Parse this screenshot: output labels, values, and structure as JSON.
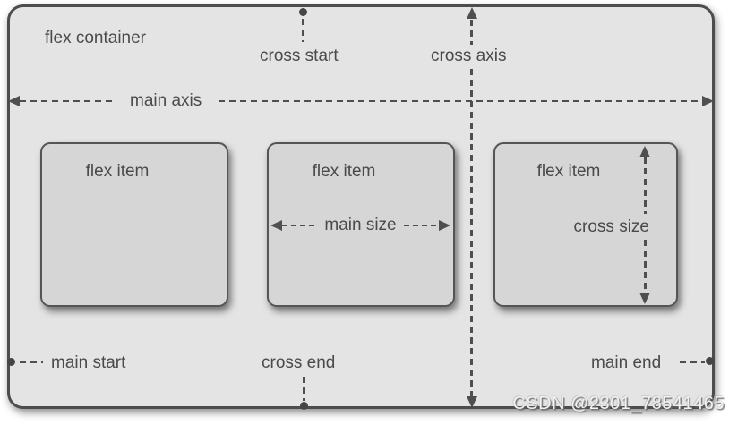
{
  "diagram": {
    "container_label": "flex container",
    "items": [
      {
        "label": "flex item"
      },
      {
        "label": "flex item"
      },
      {
        "label": "flex item"
      }
    ],
    "axes": {
      "main_axis": "main axis",
      "cross_axis": "cross axis"
    },
    "markers": {
      "main_start": "main start",
      "main_end": "main end",
      "cross_start": "cross start",
      "cross_end": "cross end"
    },
    "sizes": {
      "main_size": "main size",
      "cross_size": "cross size"
    },
    "colors": {
      "container_fill": "#e4e4e4",
      "item_fill": "#d6d6d6",
      "line": "#4f4f4f",
      "text": "#4a4a4a"
    },
    "watermark": "CSDN @2301_78541465"
  }
}
